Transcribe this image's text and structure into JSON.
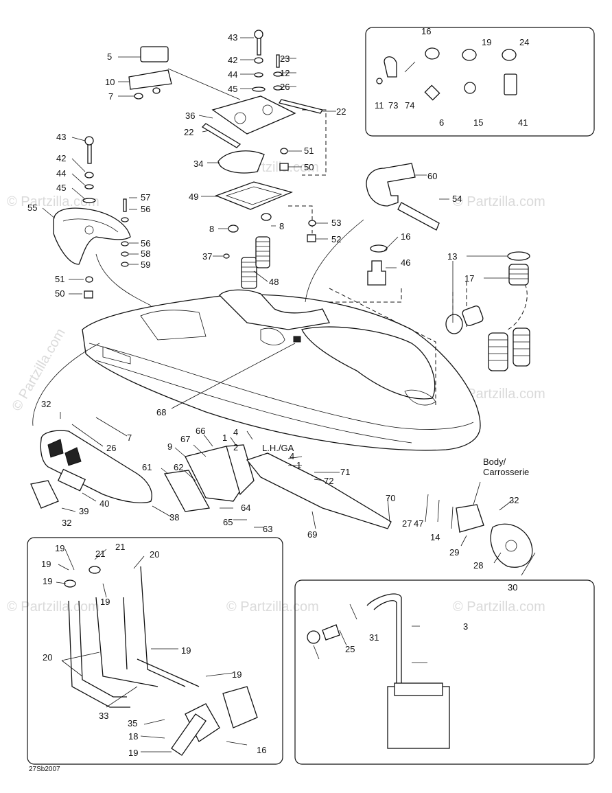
{
  "diagram_code": "27Sb2007",
  "watermark": "© Partzilla.com",
  "body_label_line1": "Body/",
  "body_label_line2": "Carrosserie",
  "side_note": "L.H./GA",
  "callouts": [
    "43",
    "23",
    "42",
    "12",
    "44",
    "26",
    "45",
    "5",
    "10",
    "7",
    "36",
    "22",
    "22",
    "51",
    "34",
    "50",
    "49",
    "43",
    "42",
    "44",
    "45",
    "57",
    "56",
    "55",
    "56",
    "58",
    "59",
    "51",
    "50",
    "8",
    "8",
    "53",
    "52",
    "37",
    "48",
    "16",
    "73",
    "74",
    "11",
    "19",
    "24",
    "6",
    "15",
    "41",
    "60",
    "54",
    "16",
    "46",
    "13",
    "17",
    "68",
    "32",
    "7",
    "26",
    "66",
    "67",
    "1",
    "4",
    "2",
    "9",
    "4",
    "1",
    "71",
    "61",
    "62",
    "72",
    "40",
    "39",
    "32",
    "38",
    "64",
    "65",
    "63",
    "69",
    "70",
    "27",
    "47",
    "14",
    "32",
    "29",
    "28",
    "30",
    "19",
    "21",
    "19",
    "21",
    "19",
    "19",
    "20",
    "19",
    "20",
    "19",
    "33",
    "35",
    "18",
    "19",
    "16",
    "31",
    "3",
    "25"
  ]
}
